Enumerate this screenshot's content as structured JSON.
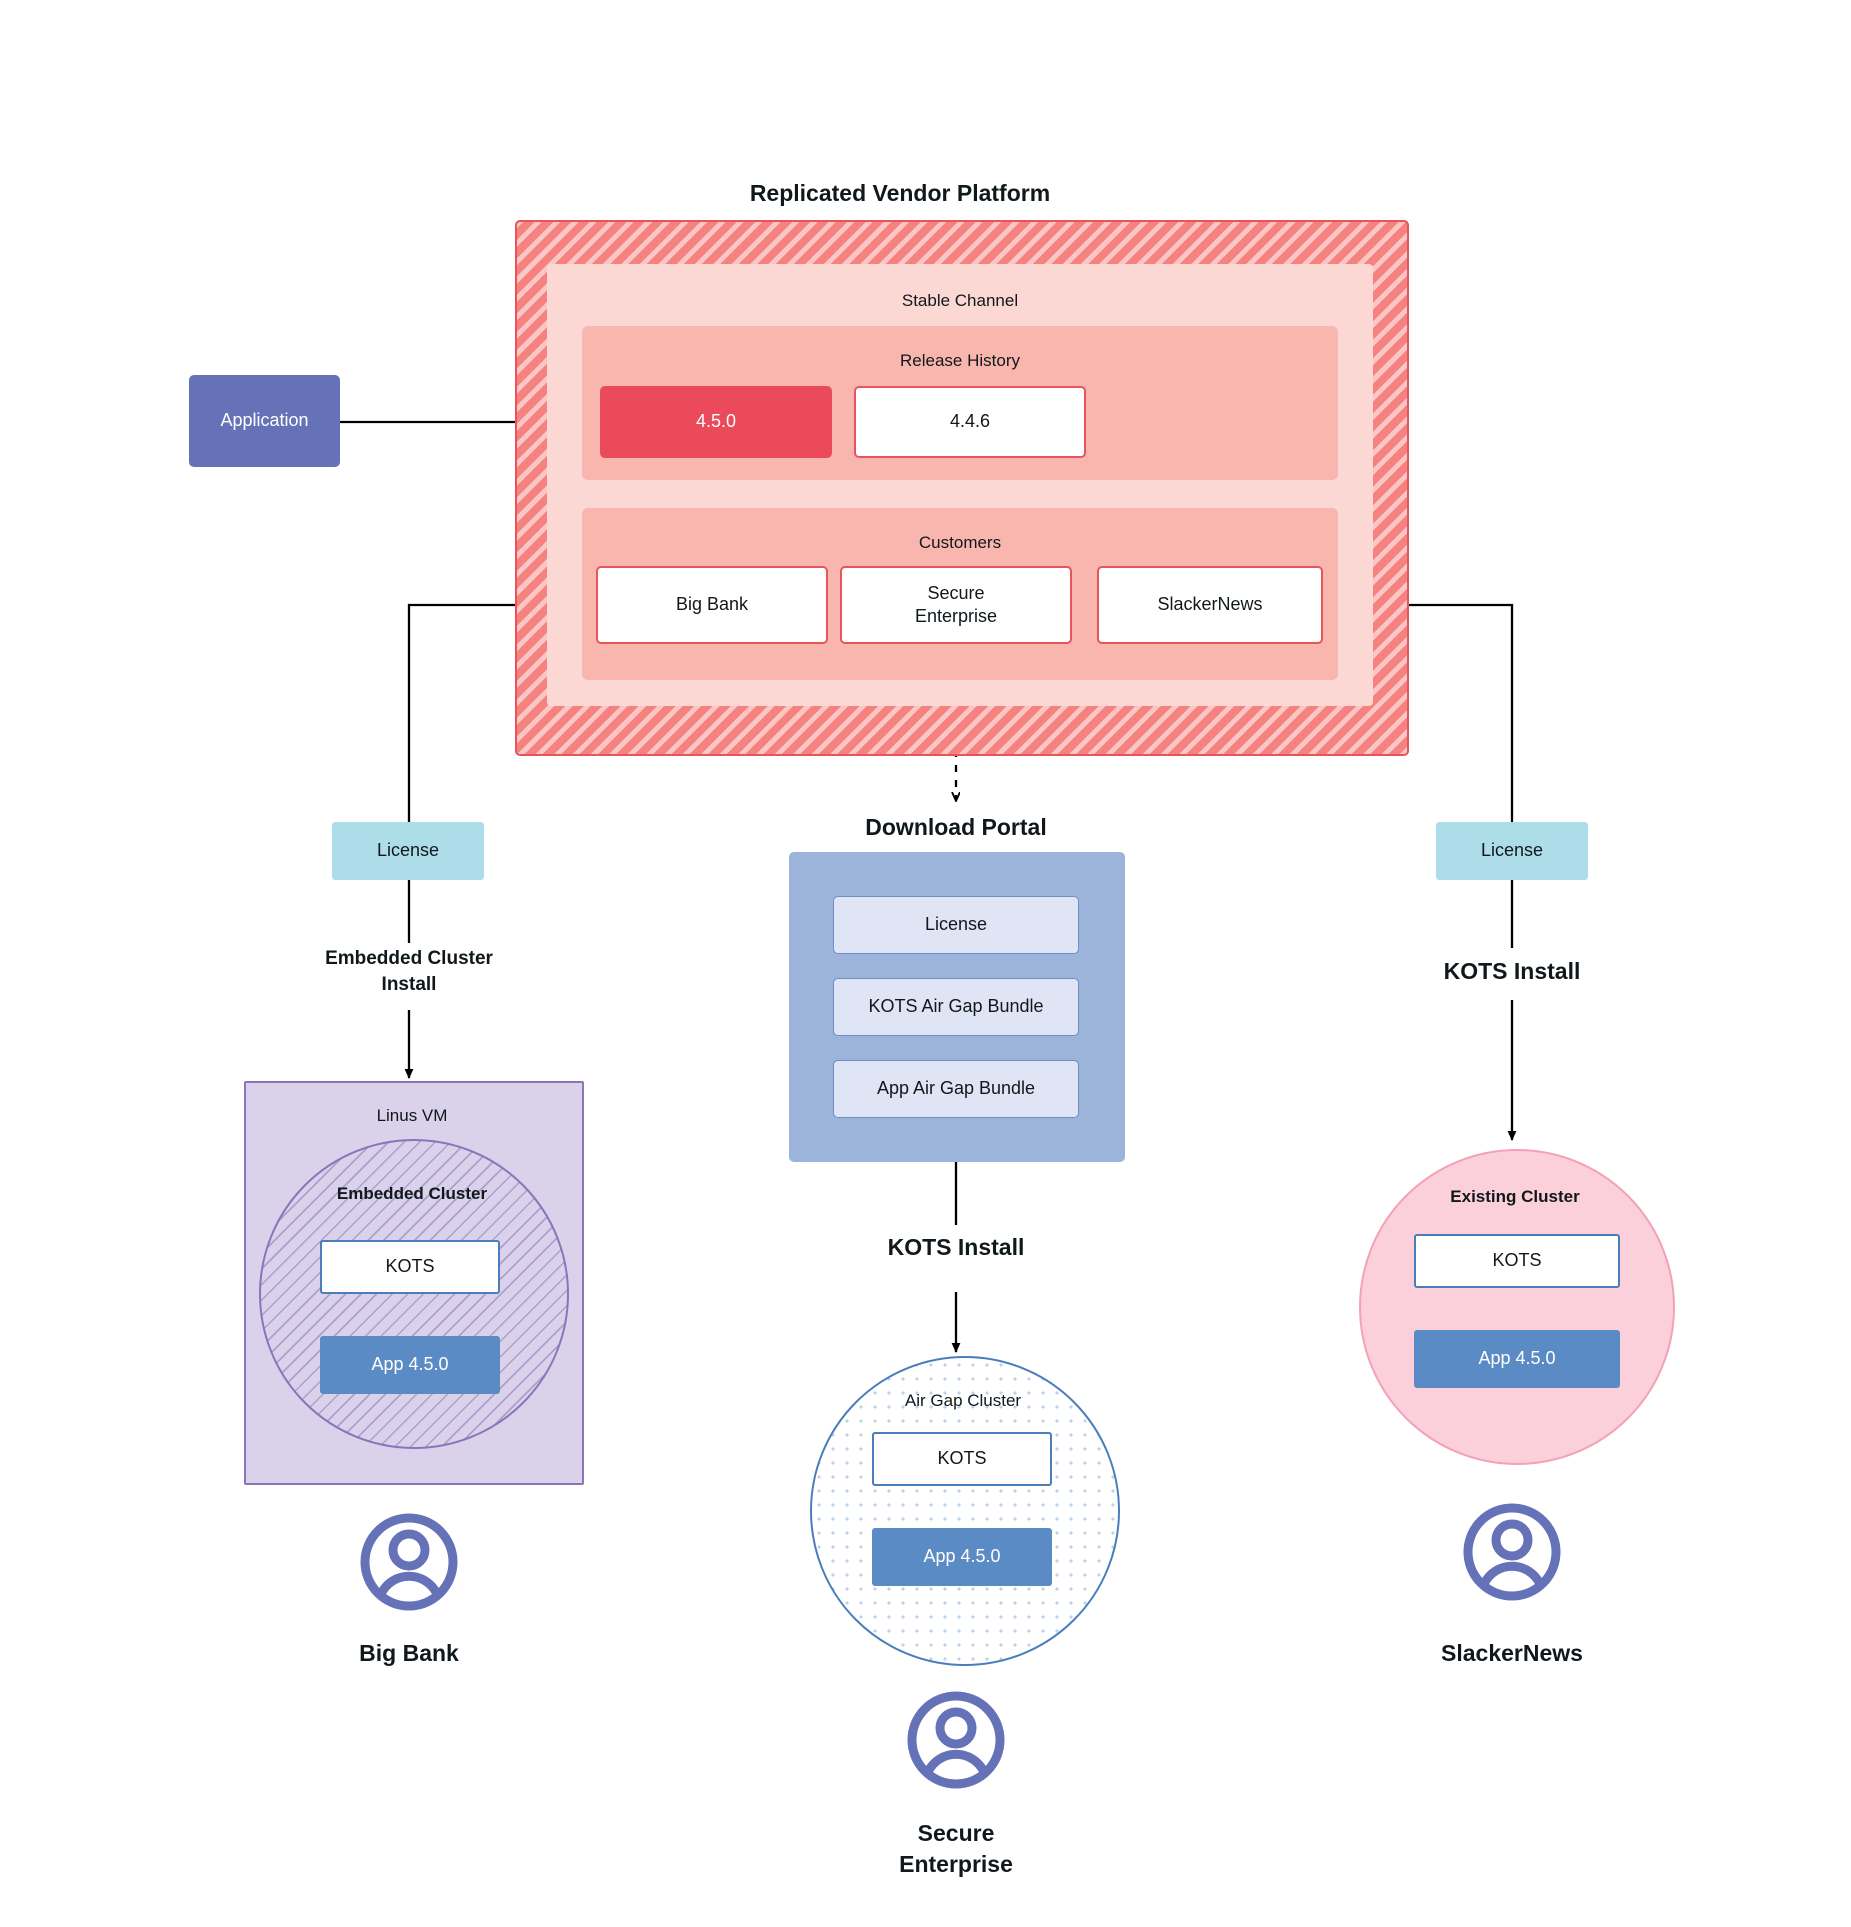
{
  "diagram": {
    "platform": {
      "title": "Replicated Vendor Platform",
      "channel_title": "Stable Channel",
      "release_history_title": "Release History",
      "releases": [
        {
          "version": "4.5.0",
          "state": "current"
        },
        {
          "version": "4.4.6",
          "state": "previous"
        }
      ],
      "customers_title": "Customers",
      "customers": [
        {
          "name": "Big Bank"
        },
        {
          "name": "Secure\nEnterprise"
        },
        {
          "name": "SlackerNews"
        }
      ]
    },
    "application": {
      "label": "Application"
    },
    "left_branch": {
      "license_label": "License",
      "install_label": "Embedded Cluster\nInstall",
      "vm_title": "Linus VM",
      "cluster_title": "Embedded Cluster",
      "kots_label": "KOTS",
      "app_label": "App 4.5.0",
      "persona_label": "Big Bank",
      "persona_icon": "user-avatar-icon"
    },
    "middle_branch": {
      "portal_title": "Download  Portal",
      "portal_items": [
        {
          "label": "License"
        },
        {
          "label": "KOTS Air Gap Bundle"
        },
        {
          "label": "App Air Gap Bundle"
        }
      ],
      "install_label": "KOTS Install",
      "cluster_title": "Air Gap Cluster",
      "kots_label": "KOTS",
      "app_label": "App 4.5.0",
      "persona_label": "Secure\nEnterprise",
      "persona_icon": "user-avatar-icon"
    },
    "right_branch": {
      "license_label": "License",
      "install_label": "KOTS Install",
      "cluster_title": "Existing Cluster",
      "kots_label": "KOTS",
      "app_label": "App 4.5.0",
      "persona_label": "SlackerNews",
      "persona_icon": "user-avatar-icon"
    },
    "colors": {
      "platform_red": "#f5827f",
      "platform_border": "#e8545c",
      "stable_channel": "#fbd8d4",
      "sub_panel": "#f9b6ae",
      "release_current": "#ea4a5a",
      "application_purple": "#6572b8",
      "license_cyan": "#aeddea",
      "portal_blue": "#9cb3da",
      "portal_item_blue": "#dfe5f5",
      "vm_purple": "#d9d2ea",
      "vm_border": "#8d73b8",
      "airgap_blue": "#4a7ebb",
      "existing_pink": "#fbd0da",
      "existing_border": "#f4a1b8",
      "app_blue": "#5b8bc4",
      "connector_black": "#000000"
    }
  }
}
